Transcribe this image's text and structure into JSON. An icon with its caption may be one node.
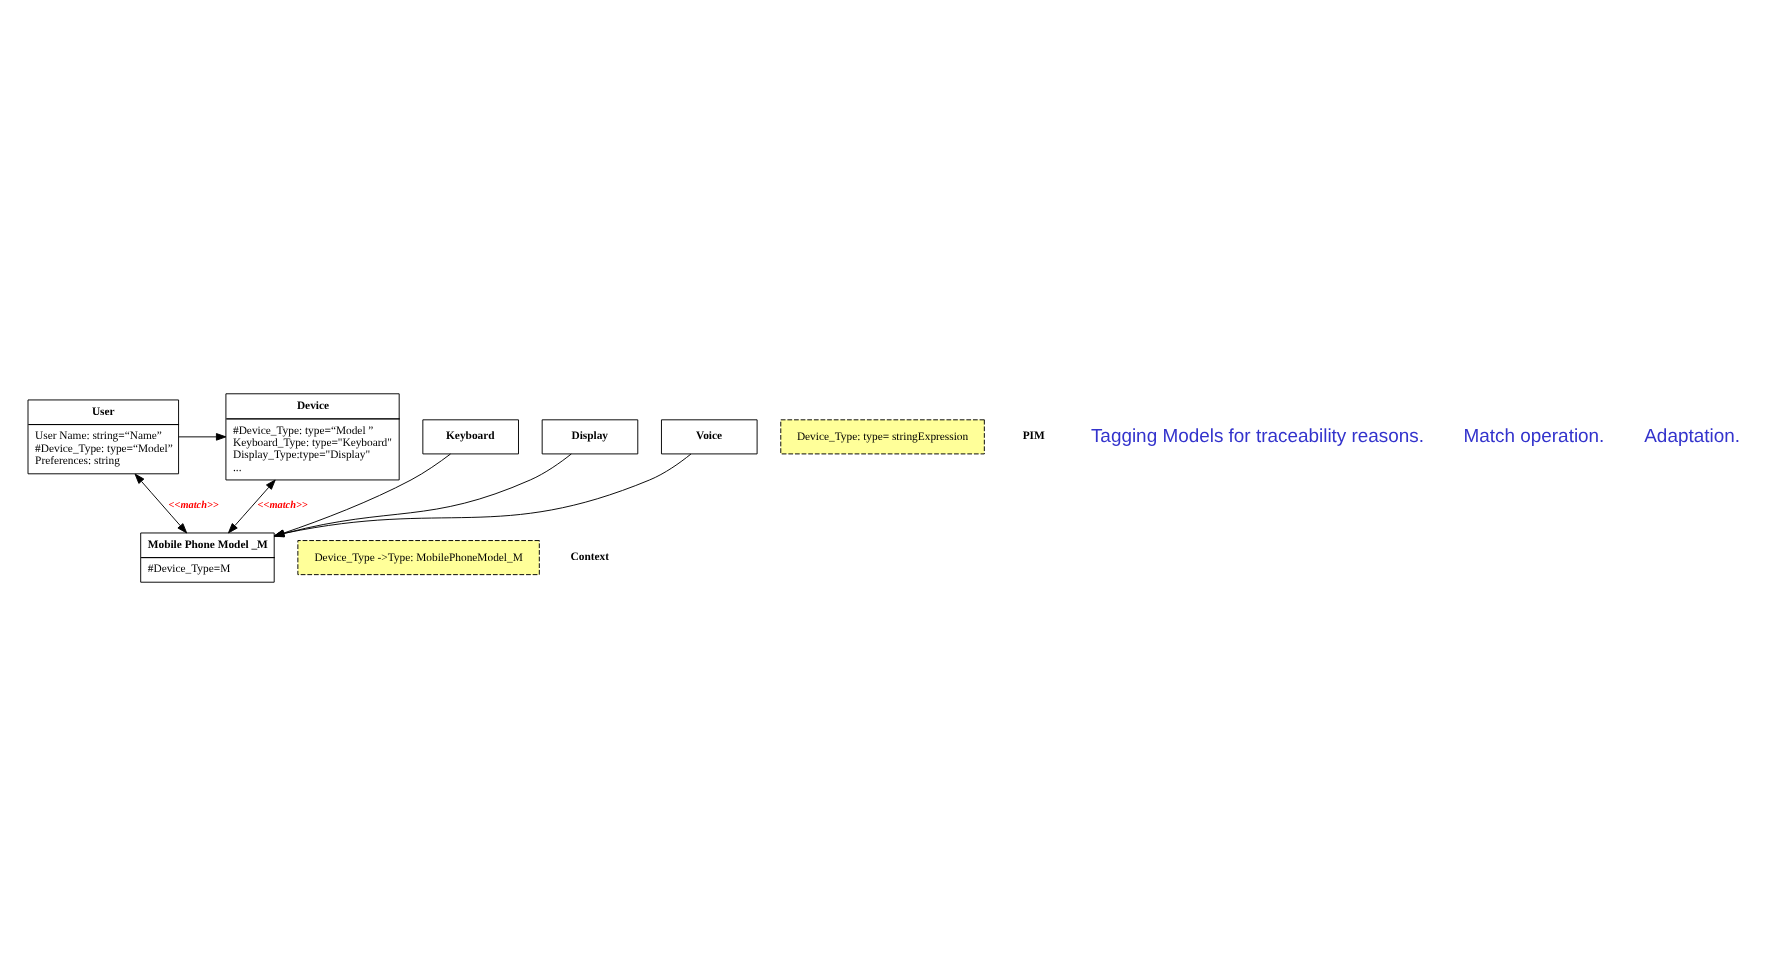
{
  "diagram": {
    "nodes": [
      {
        "text": [
          "User",
          "User Name: string=“Name”",
          "#Device_Type: type=“Model”",
          "Preferences: string"
        ]
      },
      {
        "text": [
          "Device",
          "#Device_Type: type=“Model ”",
          "Keyboard_Type: type=\"Keyboard\"",
          "Display_Type:type=\"Display\"",
          "..."
        ]
      },
      {
        "text": [
          "Device_Type: type= stringExpression"
        ]
      },
      {
        "text": [
          "Mobile Phone Model _M",
          "#Device_Type=M"
        ]
      },
      {
        "text": [
          "Device_Type ->Type: MobilePhoneModel_M"
        ]
      },
      {
        "text": [
          "Keyboard"
        ]
      },
      {
        "text": [
          "Display"
        ]
      },
      {
        "text": [
          "Voice"
        ]
      }
    ],
    "edges": [
      {
        "from": 0,
        "to": 1,
        "arrow": "to"
      },
      {
        "from": 0,
        "to": 3,
        "arrow": "both",
        "label": "<<match>>"
      },
      {
        "from": 1,
        "to": 3,
        "arrow": "both",
        "label": "<<match>>"
      },
      {
        "from": 5,
        "to": 3,
        "arrow": "to"
      },
      {
        "from": 6,
        "to": 3,
        "arrow": "to"
      },
      {
        "from": 7,
        "to": 3,
        "arrow": "to"
      }
    ],
    "labels": [
      "PIM",
      "Context",
      "Tagging Models for traceability reasons.",
      "Match operation.",
      "Adaptation."
    ]
  }
}
